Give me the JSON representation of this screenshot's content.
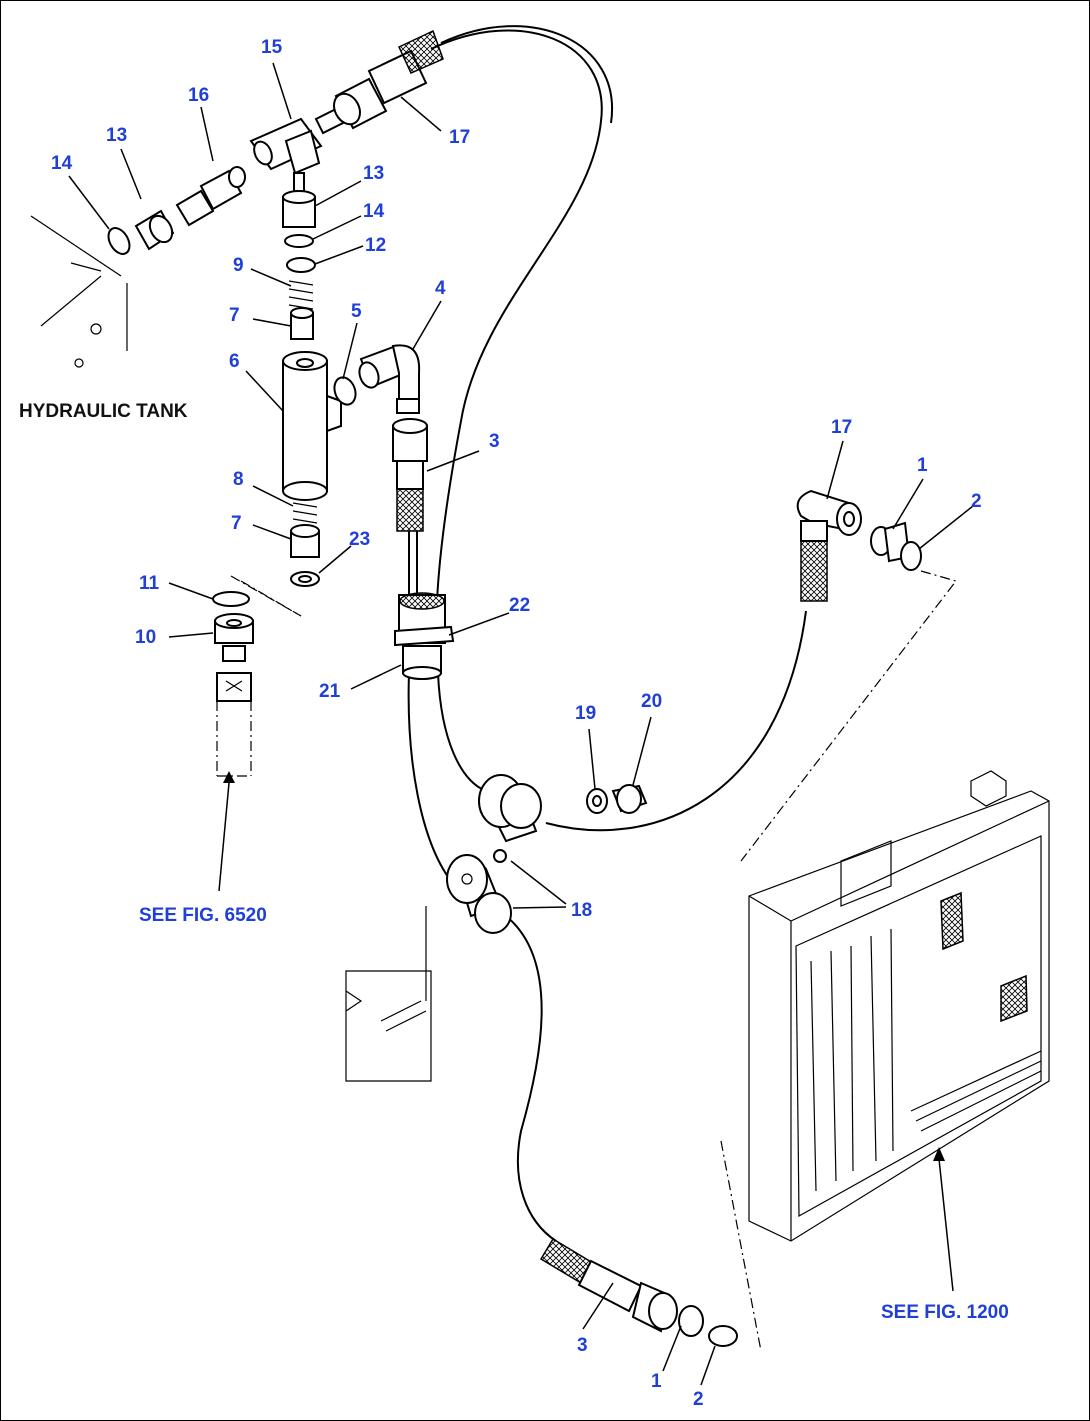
{
  "labels": {
    "tank": "HYDRAULIC TANK",
    "see_fig_6520": "SEE FIG. 6520",
    "see_fig_1200": "SEE FIG. 1200"
  },
  "parts": [
    {
      "id": "p15",
      "text": "15"
    },
    {
      "id": "p16",
      "text": "16"
    },
    {
      "id": "p13a",
      "text": "13"
    },
    {
      "id": "p14a",
      "text": "14"
    },
    {
      "id": "p17a",
      "text": "17"
    },
    {
      "id": "p13b",
      "text": "13"
    },
    {
      "id": "p14b",
      "text": "14"
    },
    {
      "id": "p12",
      "text": "12"
    },
    {
      "id": "p9",
      "text": "9"
    },
    {
      "id": "p4",
      "text": "4"
    },
    {
      "id": "p7a",
      "text": "7"
    },
    {
      "id": "p5",
      "text": "5"
    },
    {
      "id": "p6",
      "text": "6"
    },
    {
      "id": "p3a",
      "text": "3"
    },
    {
      "id": "p17b",
      "text": "17"
    },
    {
      "id": "p1a",
      "text": "1"
    },
    {
      "id": "p2a",
      "text": "2"
    },
    {
      "id": "p8",
      "text": "8"
    },
    {
      "id": "p7b",
      "text": "7"
    },
    {
      "id": "p23",
      "text": "23"
    },
    {
      "id": "p11",
      "text": "11"
    },
    {
      "id": "p10",
      "text": "10"
    },
    {
      "id": "p22",
      "text": "22"
    },
    {
      "id": "p21",
      "text": "21"
    },
    {
      "id": "p19",
      "text": "19"
    },
    {
      "id": "p20",
      "text": "20"
    },
    {
      "id": "p18",
      "text": "18"
    },
    {
      "id": "p3b",
      "text": "3"
    },
    {
      "id": "p1b",
      "text": "1"
    },
    {
      "id": "p2b",
      "text": "2"
    }
  ]
}
